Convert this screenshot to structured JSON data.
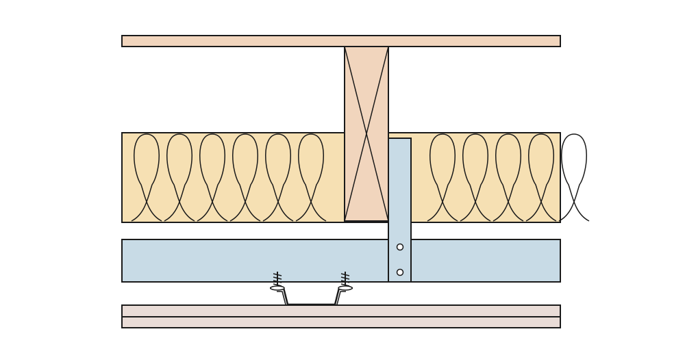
{
  "colors": {
    "background": "#ffffff",
    "stroke": "#1a1a1a",
    "timber": "#f1d5bd",
    "insulation": "#f6e0b3",
    "channel": "#c8dbe6",
    "plasterboard": "#e9dcd7"
  },
  "components": {
    "top_board": "timber-board",
    "joist": "timber-joist",
    "insulation": "mineral-wool-insulation",
    "hanger": "steel-hanger-strap",
    "channel": "resilient-channel",
    "clip": "acoustic-clip",
    "plasterboard": "plasterboard-layers"
  }
}
